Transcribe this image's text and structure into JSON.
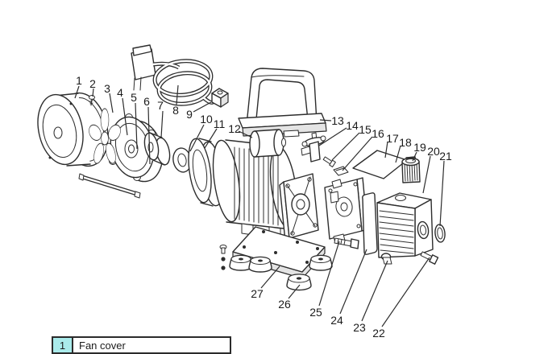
{
  "page": {
    "background": "#ffffff"
  },
  "diagram": {
    "line_color": "#2d2d2d",
    "callout_count": 27,
    "callouts": [
      {
        "n": "1",
        "label": [
          98,
          100
        ],
        "line": [
          98,
          107,
          93,
          122
        ]
      },
      {
        "n": "2",
        "label": [
          115,
          104
        ],
        "line": [
          116,
          110,
          115,
          120
        ]
      },
      {
        "n": "3",
        "label": [
          133,
          110
        ],
        "line": [
          136,
          116,
          140,
          140
        ]
      },
      {
        "n": "4",
        "label": [
          149,
          115
        ],
        "line": [
          152,
          122,
          158,
          168
        ]
      },
      {
        "n": "5",
        "label": [
          166,
          121
        ],
        "line": [
          168,
          128,
          170,
          185
        ]
      },
      {
        "n": "6",
        "label": [
          182,
          126
        ],
        "line": [
          184,
          133,
          186,
          204
        ]
      },
      {
        "n": "7",
        "label": [
          199,
          131
        ],
        "line": [
          202,
          138,
          200,
          171
        ]
      },
      {
        "n": "8",
        "label": [
          218,
          137
        ],
        "line": [
          219,
          130,
          221,
          106
        ]
      },
      {
        "n": "9",
        "label": [
          235,
          142
        ],
        "line": [
          240,
          139,
          262,
          127
        ]
      },
      {
        "n": "10",
        "label": [
          256,
          148
        ],
        "line": [
          253,
          155,
          236,
          188
        ]
      },
      {
        "n": "11",
        "label": [
          272,
          154
        ],
        "line": [
          269,
          160,
          254,
          184
        ]
      },
      {
        "n": "12",
        "label": [
          291,
          160
        ],
        "line": [
          296,
          163,
          313,
          171
        ]
      },
      {
        "n": "13",
        "label": [
          419,
          150
        ],
        "line": [
          411,
          150,
          397,
          149
        ]
      },
      {
        "n": "14",
        "label": [
          437,
          156
        ],
        "line": [
          430,
          159,
          396,
          181
        ]
      },
      {
        "n": "15",
        "label": [
          453,
          161
        ],
        "line": [
          446,
          165,
          412,
          199
        ]
      },
      {
        "n": "16",
        "label": [
          469,
          166
        ],
        "line": [
          462,
          170,
          425,
          212
        ]
      },
      {
        "n": "17",
        "label": [
          487,
          172
        ],
        "line": [
          481,
          176,
          478,
          196
        ]
      },
      {
        "n": "18",
        "label": [
          503,
          177
        ],
        "line": [
          497,
          181,
          491,
          202
        ]
      },
      {
        "n": "19",
        "label": [
          521,
          183
        ],
        "line": [
          517,
          189,
          512,
          200
        ]
      },
      {
        "n": "20",
        "label": [
          538,
          188
        ],
        "line": [
          534,
          194,
          525,
          240
        ]
      },
      {
        "n": "21",
        "label": [
          553,
          194
        ],
        "line": [
          551,
          200,
          546,
          281
        ]
      },
      {
        "n": "22",
        "label": [
          470,
          414
        ],
        "line": [
          474,
          406,
          533,
          320
        ]
      },
      {
        "n": "23",
        "label": [
          446,
          407
        ],
        "line": [
          449,
          399,
          481,
          324
        ]
      },
      {
        "n": "24",
        "label": [
          418,
          398
        ],
        "line": [
          422,
          390,
          455,
          310
        ]
      },
      {
        "n": "25",
        "label": [
          392,
          388
        ],
        "line": [
          396,
          380,
          421,
          300
        ]
      },
      {
        "n": "26",
        "label": [
          353,
          378
        ],
        "line": [
          358,
          371,
          372,
          354
        ]
      },
      {
        "n": "27",
        "label": [
          319,
          365
        ],
        "line": [
          324,
          358,
          347,
          331
        ]
      }
    ]
  },
  "parts_table": {
    "border_color": "#2b2b2b",
    "num_cell_bg": "#aaebeb",
    "rows": [
      {
        "num": "1",
        "name": "Fan cover"
      }
    ]
  }
}
